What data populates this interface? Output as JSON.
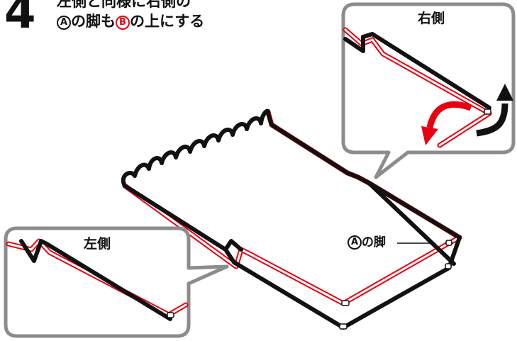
{
  "step": {
    "number": "4"
  },
  "title": {
    "line1": "左側と同様に右側の",
    "line2_badge_a": "A",
    "line2_mid": "の脚も",
    "line2_badge_b": "B",
    "line2_end": "の上にする"
  },
  "insets": {
    "right_label": "右側",
    "left_label": "左側"
  },
  "callout": {
    "badge": "A",
    "text": "の脚"
  },
  "colors": {
    "wire_black": "#111111",
    "wire_red": "#e60012",
    "inset_border": "#8c8c8c",
    "arrow_red": "#e60012"
  }
}
